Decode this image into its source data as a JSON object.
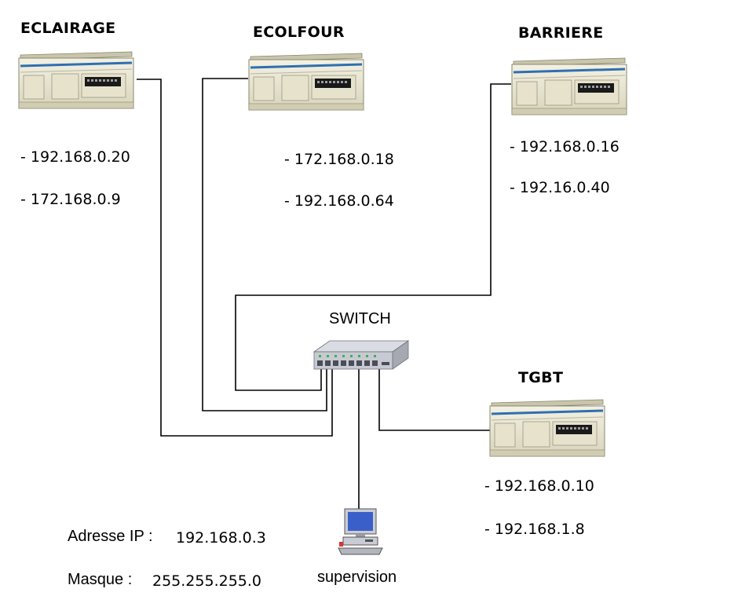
{
  "devices": {
    "eclairage": {
      "name": "ECLAIRAGE",
      "ip1": "- 192.168.0.20",
      "ip2": "- 172.168.0.9"
    },
    "ecolfour": {
      "name": "ECOLFOUR",
      "ip1": "- 172.168.0.18",
      "ip2": "- 192.168.0.64"
    },
    "barriere": {
      "name": "BARRIERE",
      "ip1": "- 192.168.0.16",
      "ip2": "- 192.16.0.40"
    },
    "tgbt": {
      "name": "TGBT",
      "ip1": "- 192.168.0.10",
      "ip2": "- 192.168.1.8"
    }
  },
  "switch": {
    "label": "SWITCH"
  },
  "supervision": {
    "label": "supervision",
    "ip_label": "Adresse IP :",
    "ip_value": "192.168.0.3",
    "mask_label": "Masque :",
    "mask_value": "255.255.255.0"
  },
  "colors": {
    "line": "#000000",
    "plc_body": "#e9e6d2",
    "plc_accent": "#2f6fb0",
    "plc_display": "#1a1a1a"
  }
}
